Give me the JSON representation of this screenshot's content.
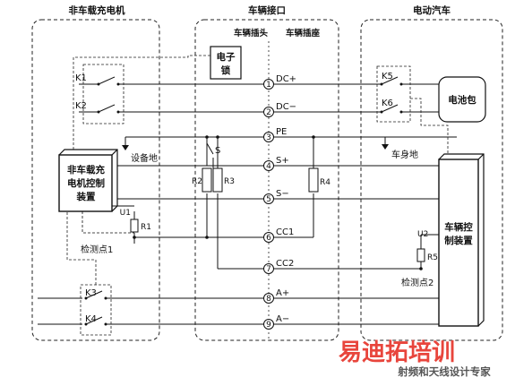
{
  "regions": {
    "charger": "非车载充电机",
    "interface": "车辆接口",
    "vehicle": "电动汽车"
  },
  "connector": {
    "plug": "车辆插头",
    "socket": "车辆插座"
  },
  "pins": [
    {
      "num": "1",
      "label": "DC+"
    },
    {
      "num": "2",
      "label": "DC−"
    },
    {
      "num": "3",
      "label": "PE"
    },
    {
      "num": "4",
      "label": "S+"
    },
    {
      "num": "5",
      "label": "S−"
    },
    {
      "num": "6",
      "label": "CC1"
    },
    {
      "num": "7",
      "label": "CC2"
    },
    {
      "num": "8",
      "label": "A+"
    },
    {
      "num": "9",
      "label": "A−"
    }
  ],
  "boxes": {
    "e_lock": [
      "电子",
      "锁"
    ],
    "battery": "电池包",
    "charger_controller": [
      "非车载充",
      "电机控制",
      "装置"
    ],
    "vehicle_controller": [
      "车辆控",
      "制装置"
    ]
  },
  "switches": {
    "k1": "K1",
    "k2": "K2",
    "k3": "K3",
    "k4": "K4",
    "k5": "K5",
    "k6": "K6",
    "s": "S"
  },
  "components": {
    "u1": "U1",
    "r1": "R1",
    "r2": "R2",
    "r3": "R3",
    "r4": "R4",
    "u2": "U2",
    "r5": "R5"
  },
  "labels": {
    "device_ground": "设备地",
    "vehicle_ground": "车身地",
    "check_point_1": "检测点1",
    "check_point_2": "检测点2"
  },
  "watermark": {
    "main": "易迪拓培训",
    "sub": "射频和天线设计专家"
  }
}
